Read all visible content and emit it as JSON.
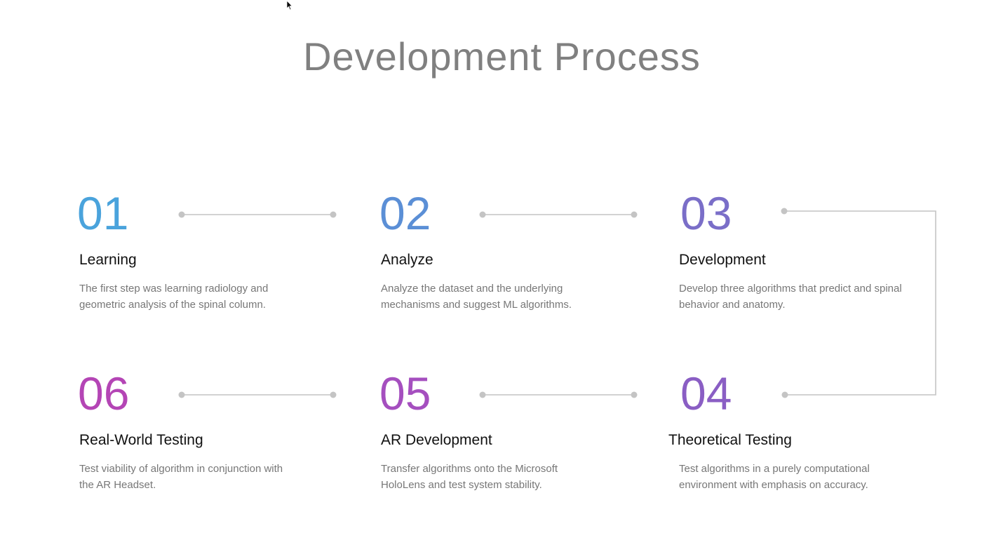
{
  "title": "Development Process",
  "steps": [
    {
      "number": "01",
      "heading": "Learning",
      "description": "The first step was learning radiology and geometric analysis of the spinal column.",
      "color": "#4aa3dc"
    },
    {
      "number": "02",
      "heading": "Analyze",
      "description": "Analyze the dataset and the underlying mechanisms and suggest ML algorithms.",
      "color": "#5b8fd6"
    },
    {
      "number": "03",
      "heading": "Development",
      "description": "Develop three algorithms that predict and spinal behavior and anatomy.",
      "color": "#7a6ec8"
    },
    {
      "number": "04",
      "heading": "Theoretical Testing",
      "description": "Test algorithms in  a purely computational environment with emphasis on accuracy.",
      "color": "#8a5ec4"
    },
    {
      "number": "05",
      "heading": "AR Development",
      "description": "Transfer algorithms onto the Microsoft HoloLens and test system stability.",
      "color": "#a54fbf"
    },
    {
      "number": "06",
      "heading": "Real-World Testing",
      "description": "Test viability of algorithm in conjunction with the AR Headset.",
      "color": "#b445b5"
    }
  ],
  "colors": {
    "connector": "#c4c4c4",
    "heading": "#111111",
    "description": "#777777",
    "title": "#808080"
  }
}
